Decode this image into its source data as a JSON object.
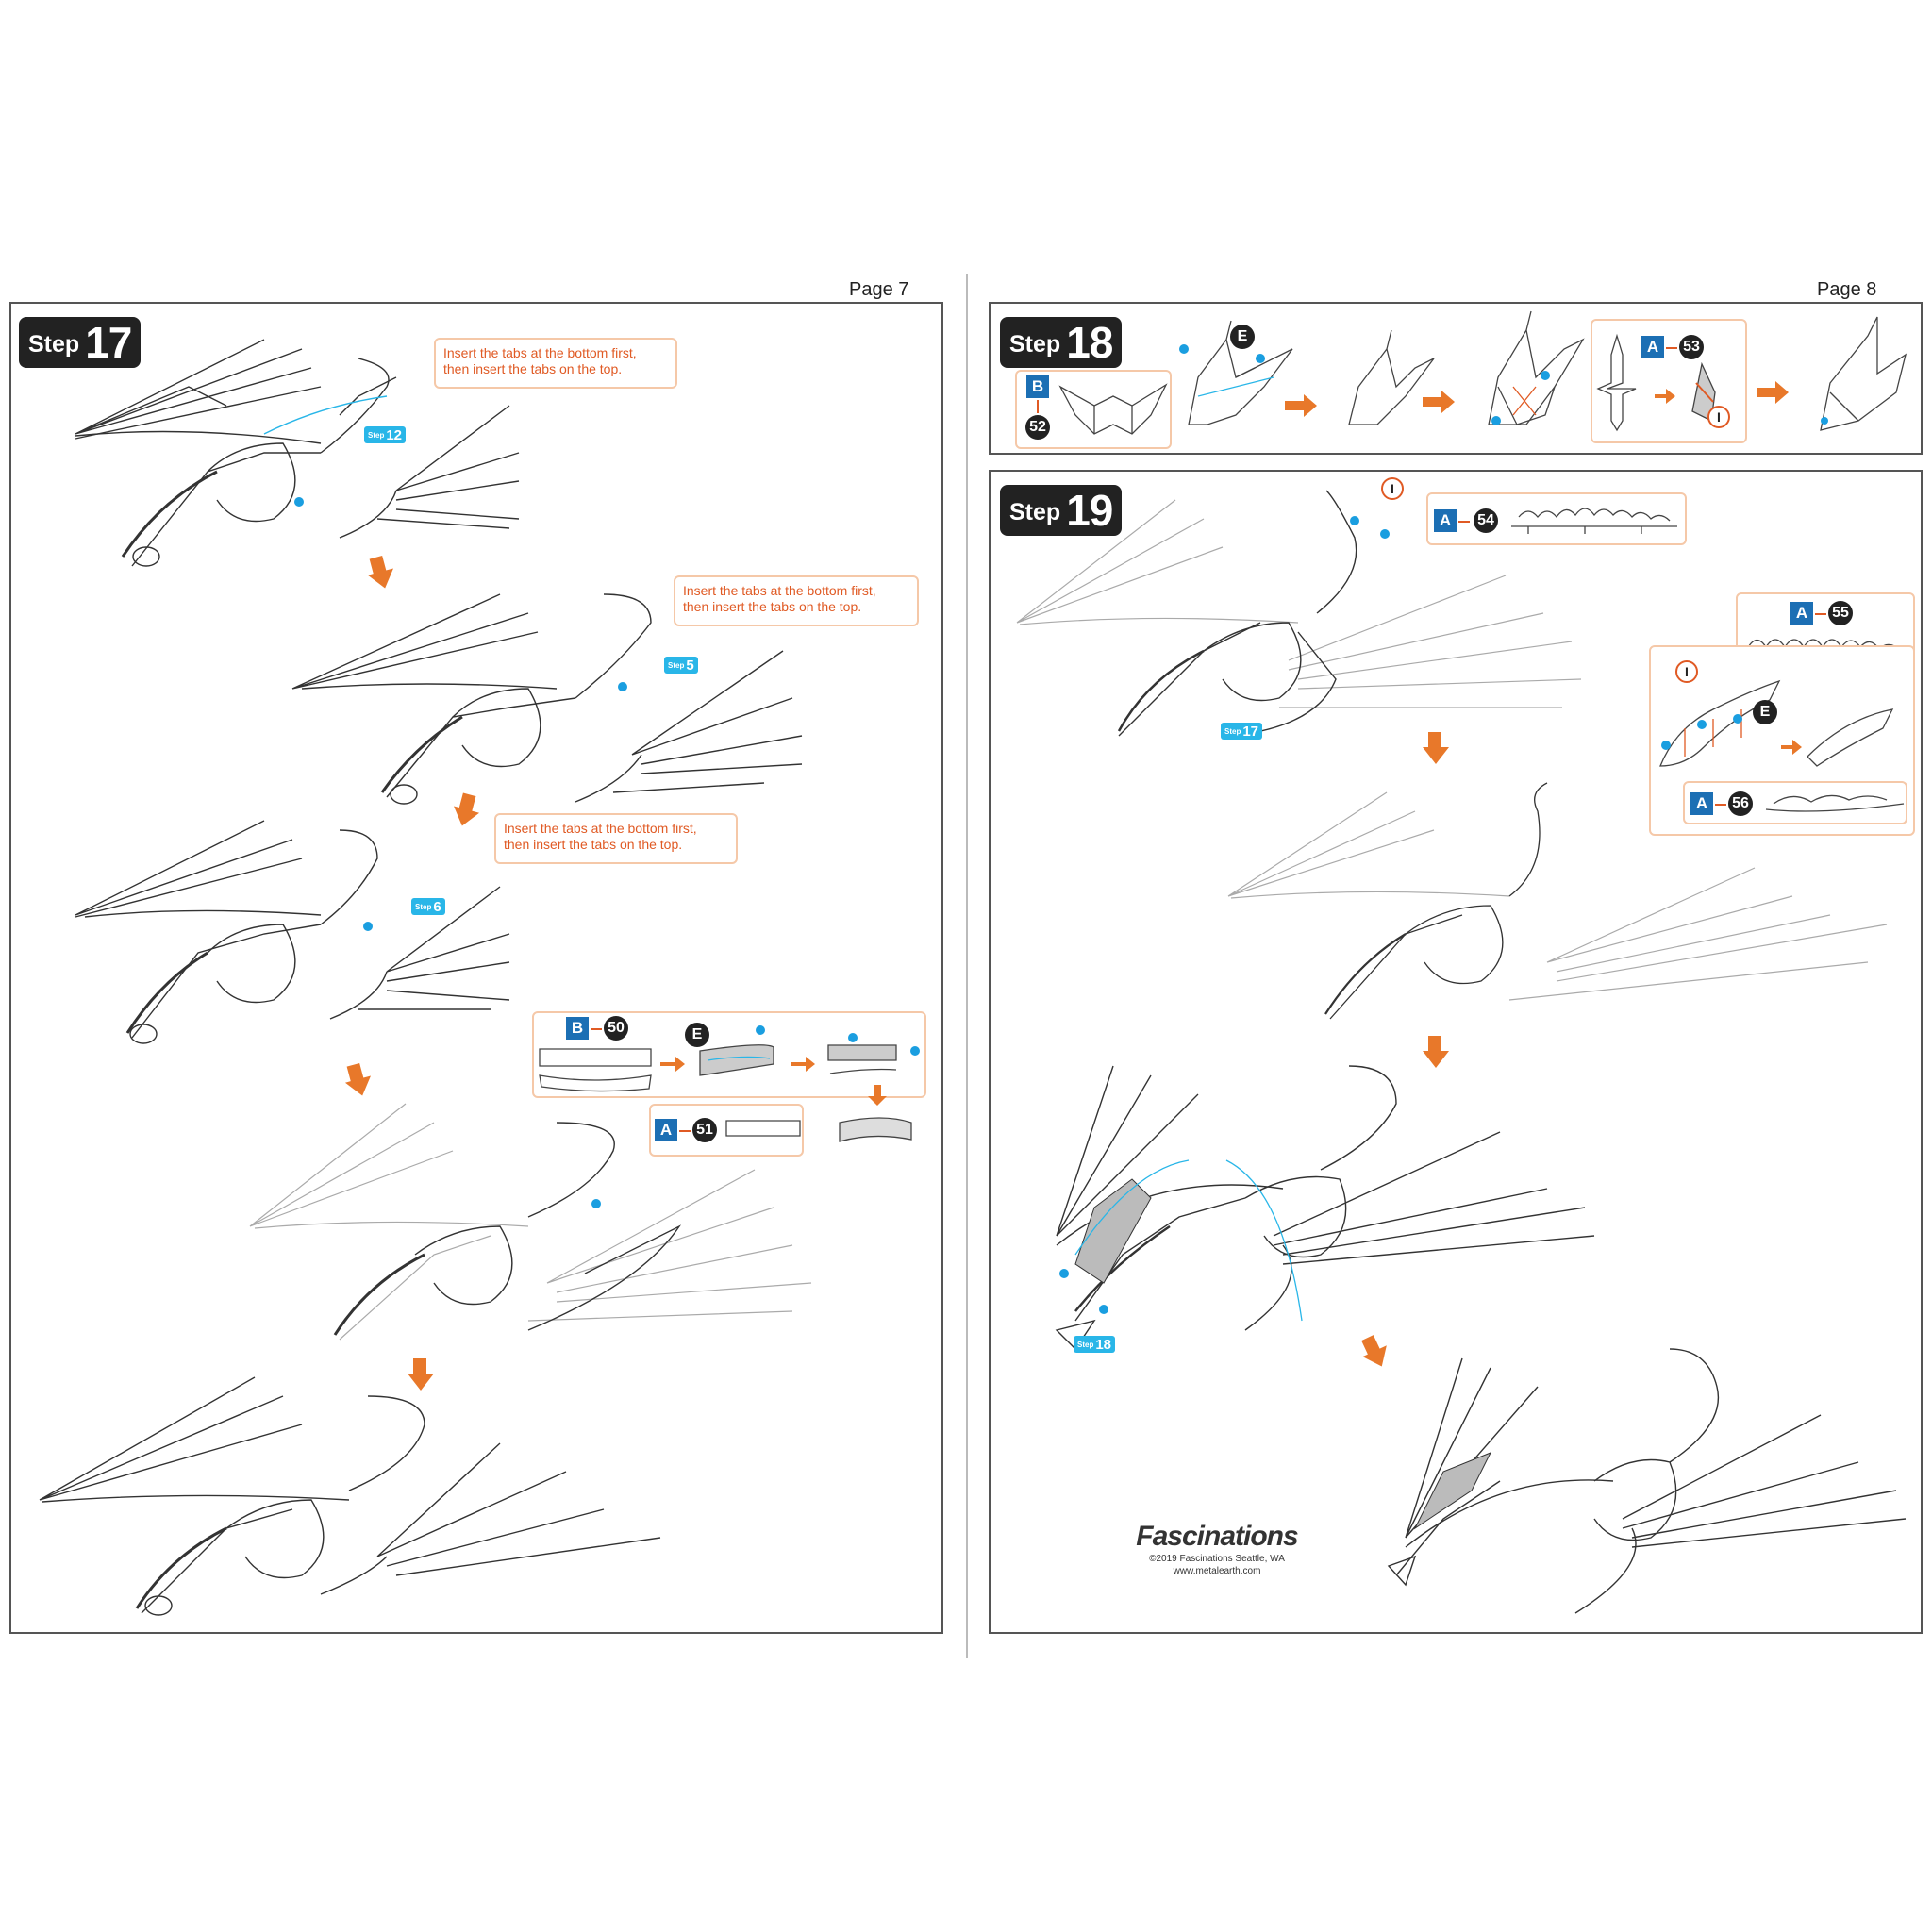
{
  "pages": [
    {
      "number_label": "Page 7"
    },
    {
      "number_label": "Page 8"
    }
  ],
  "steps": {
    "s17": {
      "word": "Step",
      "number": "17"
    },
    "s18": {
      "word": "Step",
      "number": "18"
    },
    "s19": {
      "word": "Step",
      "number": "19"
    }
  },
  "notes": {
    "n1": "Insert  the  tabs at the bottom first,\nthen insert the tabs on the top.",
    "n2": "Insert  the  tabs at the bottom first,\nthen insert the tabs on the top.",
    "n3": "Insert  the  tabs at the bottom first,\nthen insert the tabs on the top."
  },
  "ref_tags": {
    "r12": {
      "word": "Step",
      "number": "12"
    },
    "r5": {
      "word": "Step",
      "number": "5"
    },
    "r6": {
      "word": "Step",
      "number": "6"
    },
    "r17": {
      "word": "Step",
      "number": "17"
    },
    "r18": {
      "word": "Step",
      "number": "18"
    }
  },
  "parts": {
    "p50": {
      "sheet": "B",
      "number": "50"
    },
    "p51": {
      "sheet": "A",
      "number": "51"
    },
    "p52": {
      "sheet": "B",
      "number": "52"
    },
    "p53": {
      "sheet": "A",
      "number": "53"
    },
    "p54": {
      "sheet": "A",
      "number": "54"
    },
    "p55": {
      "sheet": "A",
      "number": "55"
    },
    "p56": {
      "sheet": "A",
      "number": "56"
    }
  },
  "markers": {
    "e": "E",
    "i": "I"
  },
  "brand": {
    "logo": "Fascinations",
    "copyright": "©2019 Fascinations Seattle, WA",
    "website": "www.metalearth.com"
  },
  "colors": {
    "accent_orange": "#e8782a",
    "note_text": "#e05a24",
    "step_tag_blue": "#29b6e8",
    "sheet_blue": "#1c6fb4",
    "dot_blue": "#1a9ee0"
  }
}
